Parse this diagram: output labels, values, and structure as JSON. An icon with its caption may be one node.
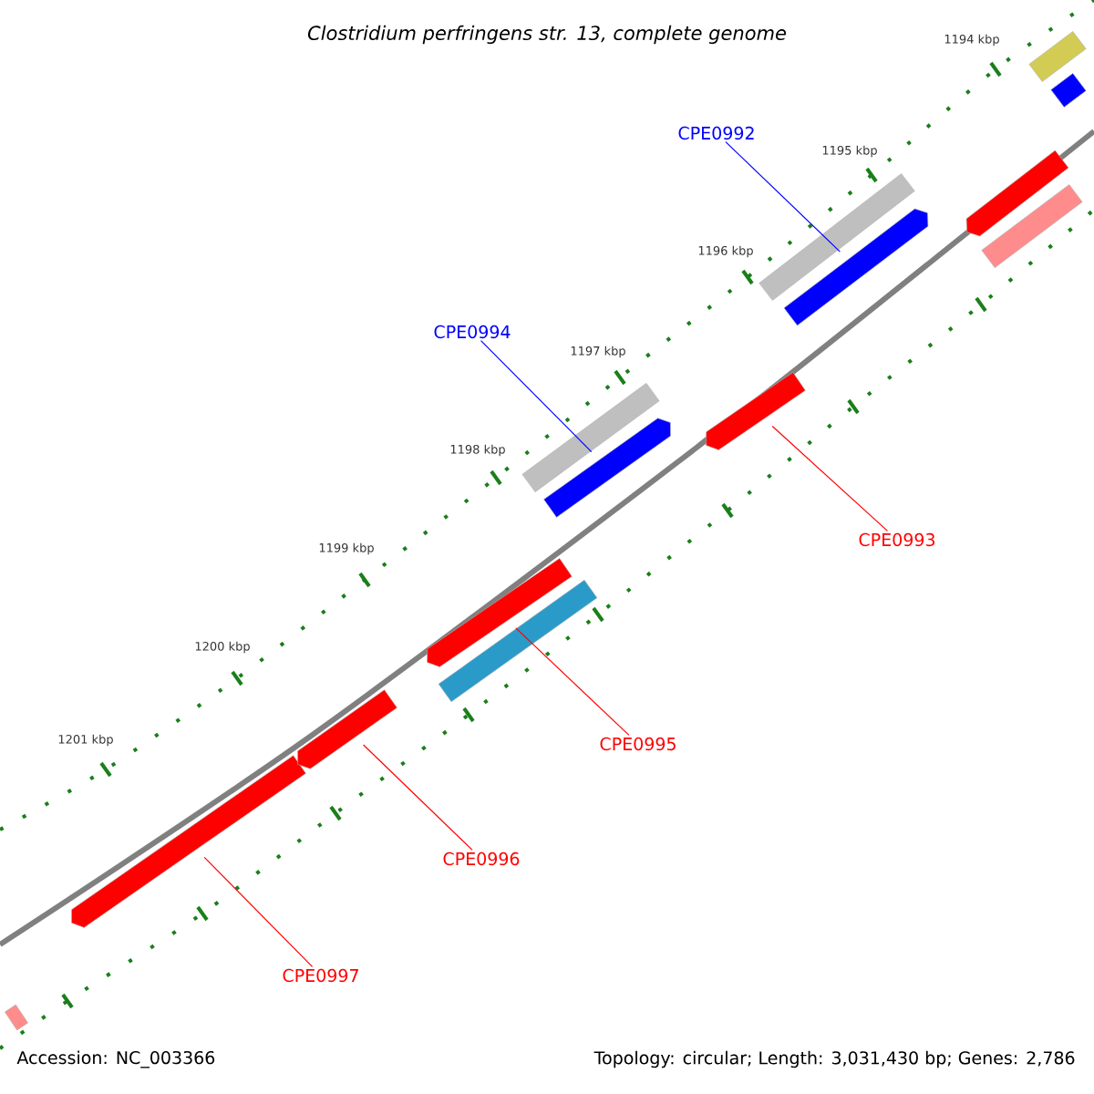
{
  "diagram": {
    "title": "Clostridium perfringens str. 13, complete genome",
    "nodes": [
      {
        "text": [
          "CPE0992"
        ]
      },
      {
        "text": [
          "CPE0994"
        ]
      },
      {
        "text": [
          "CPE0993"
        ]
      },
      {
        "text": [
          "CPE0995"
        ]
      },
      {
        "text": [
          "CPE0996"
        ]
      },
      {
        "text": [
          "CPE0997"
        ]
      },
      {
        "text": [],
        "shape": "bar"
      },
      {
        "text": [],
        "shape": "bar"
      },
      {
        "text": [],
        "shape": "bar"
      },
      {
        "text": [],
        "shape": "bar"
      },
      {
        "text": [],
        "shape": "bar"
      },
      {
        "text": [],
        "shape": "bar"
      },
      {
        "text": [],
        "shape": "bar"
      },
      {
        "text": [],
        "shape": "bar"
      },
      {
        "text": [],
        "shape": "bar"
      },
      {
        "text": [],
        "shape": "bar"
      }
    ],
    "edges": [
      {
        "from": 0,
        "to": 11,
        "arrow": "none",
        "color": "#0000ff"
      },
      {
        "from": 1,
        "to": 9,
        "arrow": "none",
        "color": "#0000ff"
      },
      {
        "from": 2,
        "to": 10,
        "arrow": "none"
      },
      {
        "from": 3,
        "to": 8,
        "arrow": "none"
      },
      {
        "from": 4,
        "to": 7,
        "arrow": "none"
      },
      {
        "from": 5,
        "to": 6,
        "arrow": "none"
      }
    ],
    "labels": [
      "1194 kbp",
      "1195 kbp",
      "1196 kbp",
      "1197 kbp",
      "1198 kbp",
      "1199 kbp",
      "1200 kbp",
      "1201 kbp",
      "Accession: NC_003366",
      "Topology: circular; Length: 3,031,430 bp; Genes: 2,786"
    ]
  }
}
